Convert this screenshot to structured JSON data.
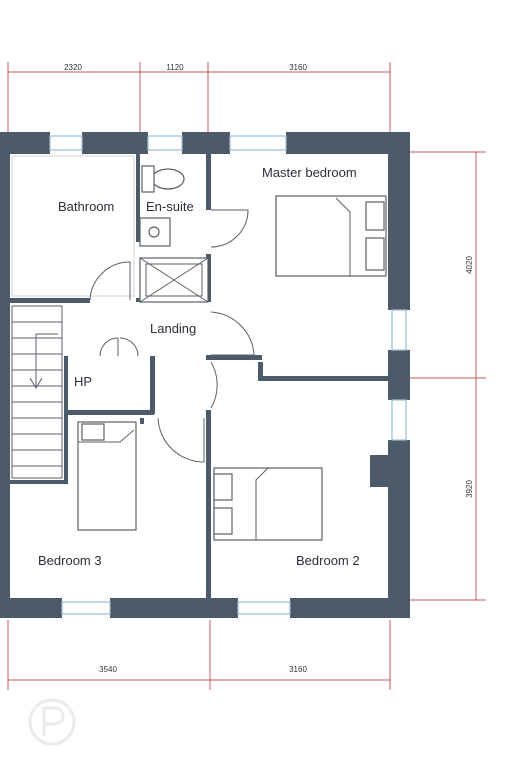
{
  "rooms": {
    "bathroom": "Bathroom",
    "ensuite": "En-suite",
    "master": "Master bedroom",
    "landing": "Landing",
    "hp": "HP",
    "bedroom3": "Bedroom 3",
    "bedroom2": "Bedroom 2"
  },
  "dimensions": {
    "top_left": "2320",
    "top_middle": "1120",
    "top_right": "3160",
    "right_upper": "4020",
    "right_lower": "3920",
    "bottom_left": "3540",
    "bottom_right": "3160"
  },
  "colors": {
    "wall": "#4d5a6a",
    "dimension": "#c85a5a",
    "window": "#9bbfd6"
  }
}
